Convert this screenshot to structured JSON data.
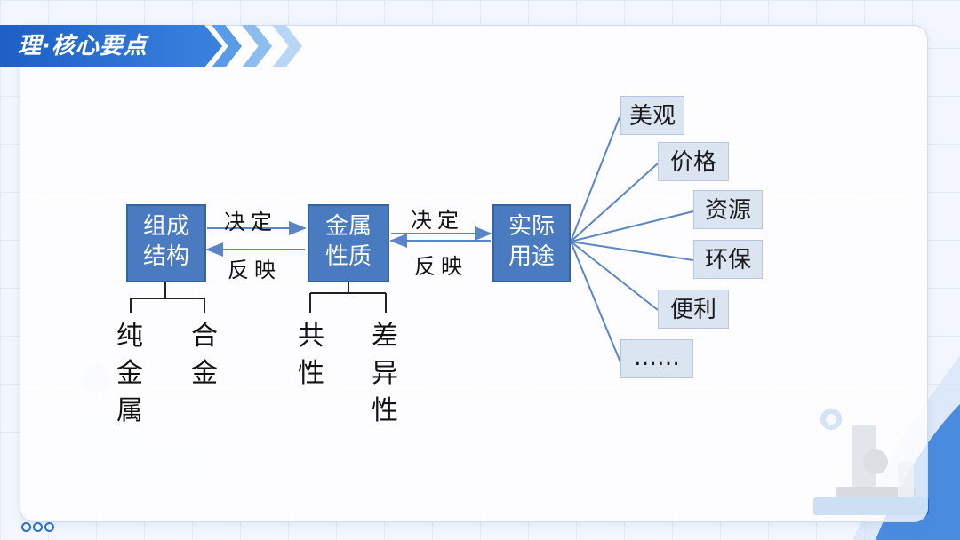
{
  "header": {
    "title": "理·核心要点"
  },
  "diagram": {
    "nodes": {
      "composition": [
        "组成",
        "结构"
      ],
      "properties": [
        "金属",
        "性质"
      ],
      "uses": [
        "实际",
        "用途"
      ]
    },
    "arrows": {
      "left_top": "决定",
      "left_bottom": "反映",
      "right_top": "决定",
      "right_bottom": "反映"
    },
    "composition_children": [
      "纯金属",
      "合金"
    ],
    "properties_children": [
      "共性",
      "差异性"
    ],
    "use_factors": [
      "美观",
      "价格",
      "资源",
      "环保",
      "便利",
      "……"
    ]
  },
  "colors": {
    "box_fill": "#4a7bc0",
    "leaf_fill": "#dbe4f1",
    "banner": "#1d5fc4",
    "connector": "#5b86c6"
  }
}
